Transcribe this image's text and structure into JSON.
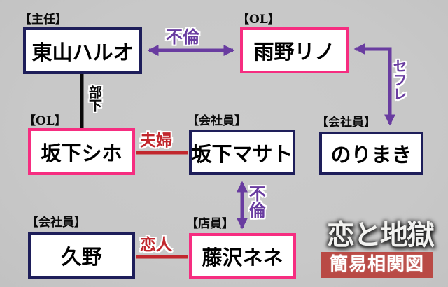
{
  "colors": {
    "background": "#c8c8c8",
    "navy": "#1e1e5a",
    "pink": "#f62d80",
    "purple": "#693ca0",
    "red": "#c1272d",
    "ink": "#0a0a0a",
    "badge_red": "#b94a45",
    "box_fill": "#ffffff",
    "title_white": "#f2f2f0"
  },
  "nodes": [
    {
      "role": "【主任】",
      "name": "東山ハルオ",
      "border": "navy"
    },
    {
      "role": "【OL】",
      "name": "雨野リノ",
      "border": "pink"
    },
    {
      "role": "【OL】",
      "name": "坂下シホ",
      "border": "pink"
    },
    {
      "role": "【会社員】",
      "name": "坂下マサト",
      "border": "navy"
    },
    {
      "role": "【会社員】",
      "name": "のりまき",
      "border": "navy"
    },
    {
      "role": "【会社員】",
      "name": "久野",
      "border": "navy"
    },
    {
      "role": "【店員】",
      "name": "藤沢ネネ",
      "border": "pink"
    }
  ],
  "edges": [
    {
      "label": "不倫",
      "from": "東山ハルオ",
      "to": "雨野リノ",
      "style": "purple-double-arrow"
    },
    {
      "label": "セフレ",
      "from": "雨野リノ",
      "to": "のりまき",
      "style": "purple-elbow-arrow"
    },
    {
      "label": "部下",
      "from": "東山ハルオ",
      "to": "坂下シホ",
      "style": "black-line"
    },
    {
      "label": "夫婦",
      "from": "坂下シホ",
      "to": "坂下マサト",
      "style": "red-line"
    },
    {
      "label": "不倫",
      "from": "坂下マサト",
      "to": "藤沢ネネ",
      "style": "purple-double-arrow"
    },
    {
      "label": "恋人",
      "from": "久野",
      "to": "藤沢ネネ",
      "style": "red-line"
    }
  ],
  "title": {
    "main": "恋と地獄",
    "sub": "簡易相関図"
  }
}
